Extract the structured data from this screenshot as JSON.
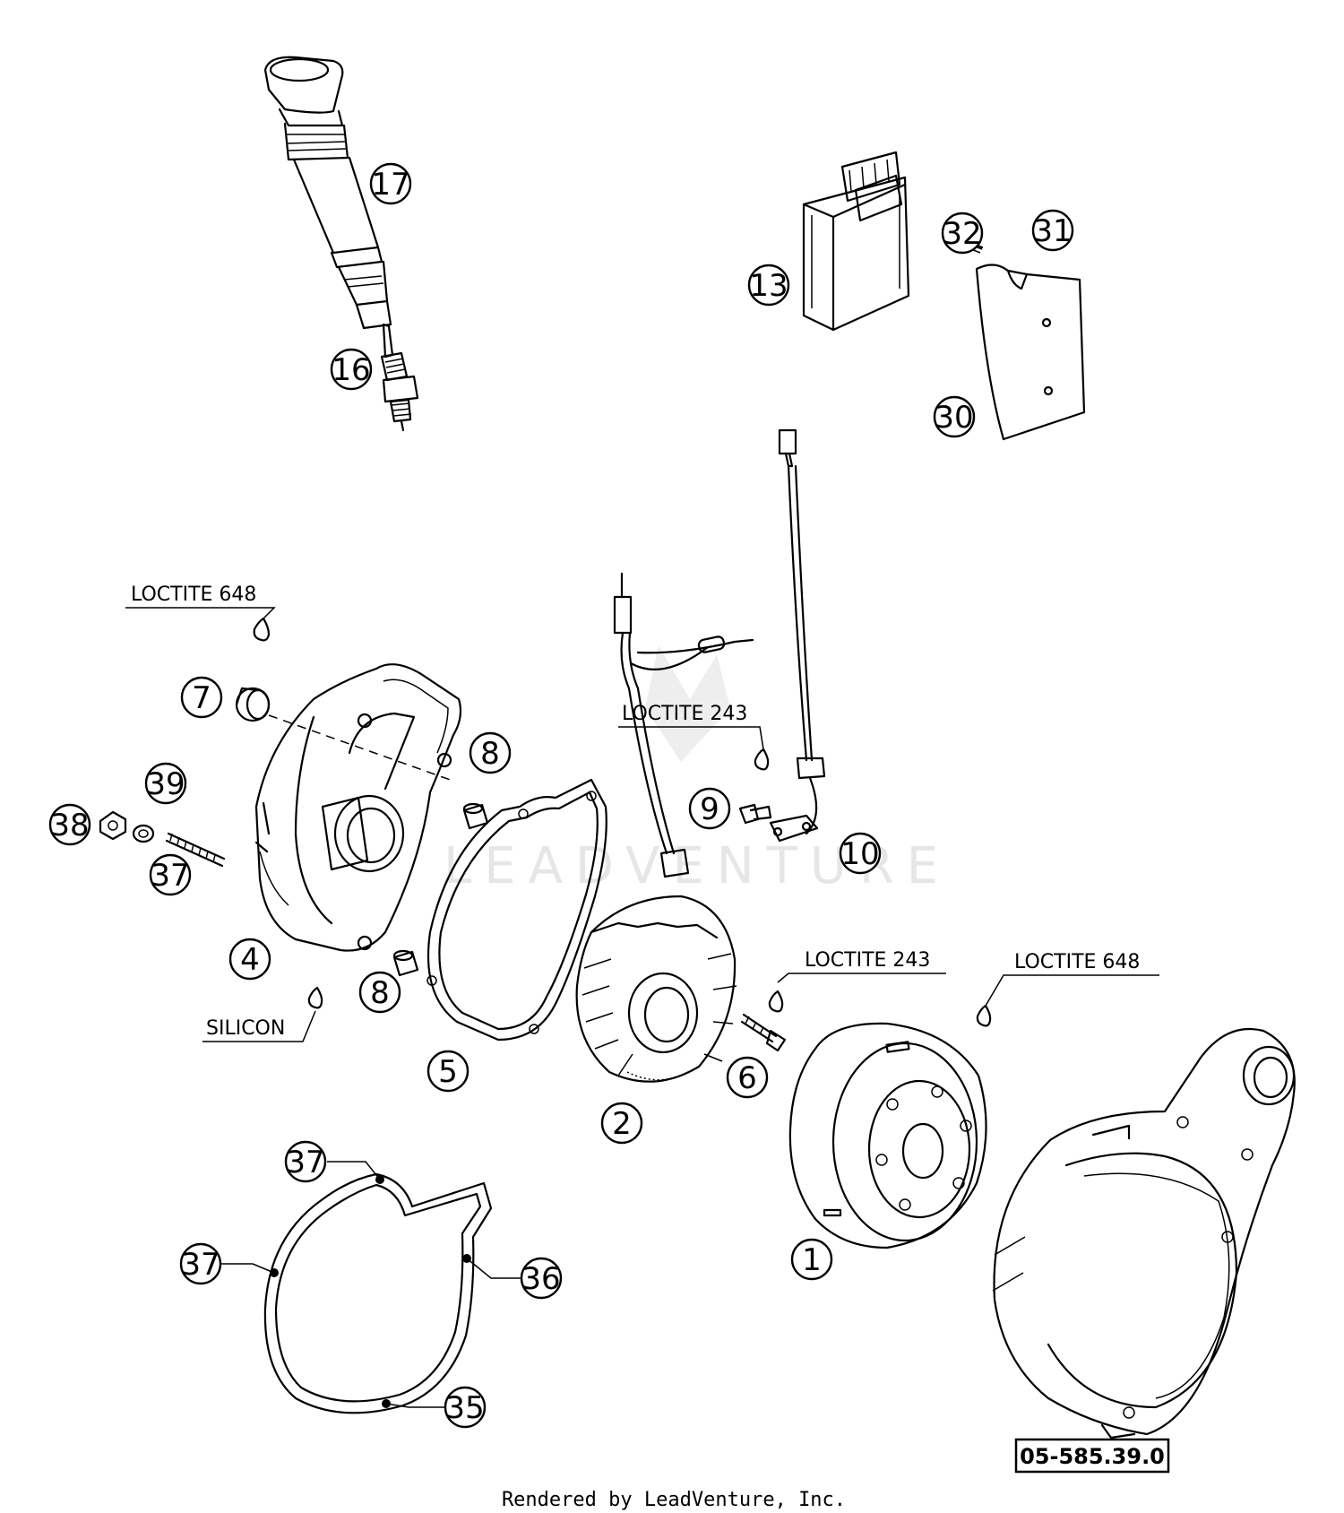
{
  "watermark": "LEADVENTURE",
  "diagram_code": "05-585.39.0",
  "footer": "Rendered by LeadVenture, Inc.",
  "notes": {
    "loctite_648_a": "LOCTITE 648",
    "loctite_243_a": "LOCTITE 243",
    "loctite_243_b": "LOCTITE 243",
    "loctite_648_b": "LOCTITE 648",
    "silicon": "SILICON"
  },
  "callouts": {
    "c17": "17",
    "c16": "16",
    "c13": "13",
    "c32": "32",
    "c31": "31",
    "c30": "30",
    "c7": "7",
    "c8a": "8",
    "c39": "39",
    "c38": "38",
    "c37a": "37",
    "c4": "4",
    "c8b": "8",
    "c5": "5",
    "c9": "9",
    "c10": "10",
    "c2": "2",
    "c6": "6",
    "c1": "1",
    "c37b": "37",
    "c37c": "37",
    "c36": "36",
    "c35": "35"
  }
}
